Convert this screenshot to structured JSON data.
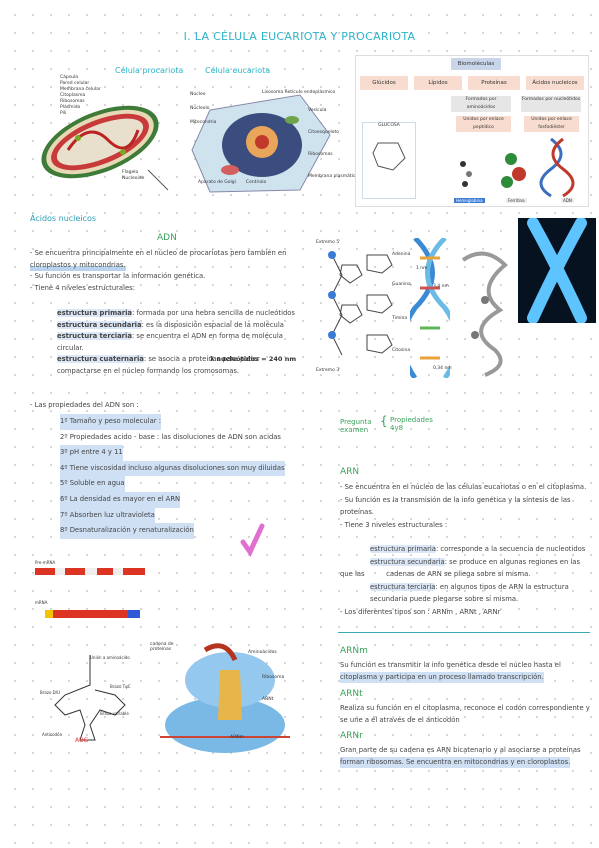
{
  "page_title": "I. LA CÉLULA EUCARIOTA Y PROCARIOTA",
  "cell_labels": {
    "prokaryote": "Célula procariota",
    "eukaryote": "Célula eucariota"
  },
  "prokaryote_parts": [
    "Cápsula",
    "Pared celular",
    "Membrana celular",
    "Citoplasma",
    "Ribosomas",
    "Plásmido",
    "Pili",
    "Flagelo",
    "Nucleoide"
  ],
  "eukaryote_parts": [
    "Núcleo",
    "Nucleolo",
    "Lisosoma",
    "Retículo endoplásmico",
    "Vesícula",
    "Citoesqueleto",
    "Mitocondria",
    "Ribosomas",
    "Aparato de Golgi",
    "Centriolo",
    "Membrana plasmática"
  ],
  "biomolecules": {
    "title": "Biomoléculas",
    "groups": [
      "Glúcidos",
      "Lípidos",
      "Proteínas",
      "Ácidos nucleicos"
    ],
    "formed_by": [
      "Formados por aminoácidos",
      "Formados por nucleótidos"
    ],
    "united_by": [
      "Unidos por enlace peptídico",
      "Unidos por enlace fosfodiéster"
    ],
    "images": [
      "GLUCOSA",
      "Hemoglobina",
      "Ferritina",
      "ADN"
    ]
  },
  "acidos_heading": "Ácidos nucleicos",
  "adn": {
    "heading": "ADN",
    "lines": [
      "- Se encuentra principalmente en el núcleo de procariotas pero también en",
      "cloroplastos y mitocondrias.",
      "- Su función es transportar la información genética.",
      "- Tiene 4 niveles estructurales:"
    ],
    "levels": [
      {
        "name": "estructura primaria",
        "text": ": formada por una hebra sencilla de nucleótidos"
      },
      {
        "name": "estructura secundaria",
        "text": ": es la disposición espacial de la molécula"
      },
      {
        "name": "estructura terciaria",
        "text": ": se encuentra el ADN en forma de molécula"
      },
      {
        "name": "",
        "text": "circular."
      },
      {
        "name": "estructura cuaternaria",
        "text": ": se asocia a proteínas para poder"
      },
      {
        "name": "",
        "text": "compactarse en el núcleo formando los cromosomas."
      }
    ],
    "lambda_note": "λ nucleótidos = 240 nm",
    "props_intro": "- Las propiedades del ADN son :",
    "props": [
      "1º Tamaño y peso molecular :",
      "2º Propiedades acido - base : las disoluciones de ADN son acidas",
      "3º pH entre 4 y 11",
      "4º Tiene viscosidad incluso algunas disoluciones son muy diluidas",
      "5º Soluble en agua",
      "6º La densidad es mayor en el ARN",
      "7º Absorben luz ultravioleta",
      "8º Desnaturalización y renaturalización"
    ]
  },
  "dna_labels": {
    "ext5": "Extremo 5'",
    "ext3": "Extremo 3'",
    "adenina": "Adenina",
    "guanina": "Guanina",
    "timina": "Timina",
    "citosina": "Citosina",
    "nm1": "1 nm",
    "nm34": "3,4 nm",
    "nm034": "0,34 nm"
  },
  "exam_note": {
    "left": "Pregunta examen",
    "right": "Propiedades 4y8"
  },
  "arn": {
    "heading": "ARN",
    "lines": [
      "- Se encuentra en el núcleo de las células eucariotas o en el citoplasma.",
      "- Su función es la transmisión de la info genética y la síntesis de las",
      "proteínas.",
      "- Tiene 3 niveles estructurales :"
    ],
    "levels": [
      {
        "name": "estructura primaria",
        "text": ": corresponde a la secuencia de nucleotidos"
      },
      {
        "name": "estructura secundaria",
        "text": ": se produce en algunas regiones en las"
      },
      {
        "name": "",
        "text": "que las          cadenas de ARN se pliega sobre sí misma."
      },
      {
        "name": "estructura terciaria",
        "text": ": en algunos tipos de ARN la estructura"
      },
      {
        "name": "",
        "text": "secundaria puede plegarse sobre sí misma."
      }
    ],
    "types": "- Los diferentes tipos son : ARNm , ARNt , ARNr"
  },
  "arnm": {
    "heading": "ARNm",
    "l1": "Su función es transmitir la info genética desde el núcleo hasta el",
    "l2": "citoplasma y participa en un proceso llamado transcripción."
  },
  "arnt": {
    "heading": "ARNt",
    "l1": "Realiza su función en el citoplasma, reconoce el codón correspondiente y",
    "l2": "se une a él através de el anticodón"
  },
  "arnr": {
    "heading": "ARNr",
    "l1": "Gran parte de su cadena es ARN bicatenario y al asociarse a proteínas",
    "l2": "forman ribosomas. Se encuentra en mitocondrias y en cloroplastos."
  },
  "trna_labels": [
    "Unión a aminoácido",
    "Brazo D/U",
    "Brazo TψC",
    "Brazo variable",
    "Anticodón"
  ],
  "ribo_labels": [
    "cadena de proteínas",
    "Aminoácidos",
    "Ribosoma",
    "ARNt",
    "ARNm"
  ],
  "mrna_labels": [
    "Pre-mRNA",
    "mRNA"
  ]
}
